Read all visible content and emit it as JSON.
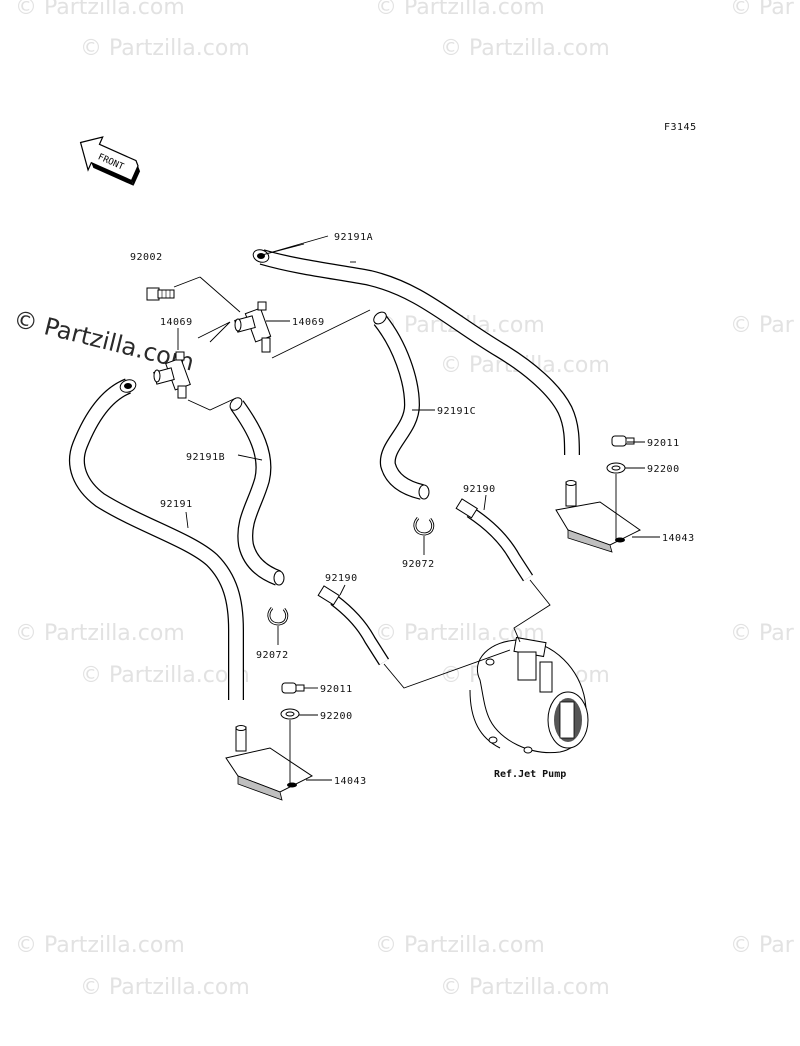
{
  "figure_id": "F3145",
  "front_label": "FRONT",
  "ref_label": "Ref.Jet Pump",
  "watermark": "© Partzilla.com",
  "watermark_short": "© Par",
  "callouts": {
    "hose_a": "92191A",
    "bolt_top": "92002",
    "clamp_right": "14069",
    "clamp_left": "14069",
    "hose_c": "92191C",
    "hose_b": "92191B",
    "hose_main": "92191",
    "bolt_right": "92011",
    "washer_right": "92200",
    "tube_right": "92190",
    "bracket_right": "14043",
    "clip_right": "92072",
    "tube_left": "92190",
    "clip_left": "92072",
    "bolt_left": "92011",
    "washer_left": "92200",
    "bracket_left": "14043"
  },
  "colors": {
    "line": "#000000",
    "watermark": "#e2e2e2",
    "background": "#ffffff"
  }
}
